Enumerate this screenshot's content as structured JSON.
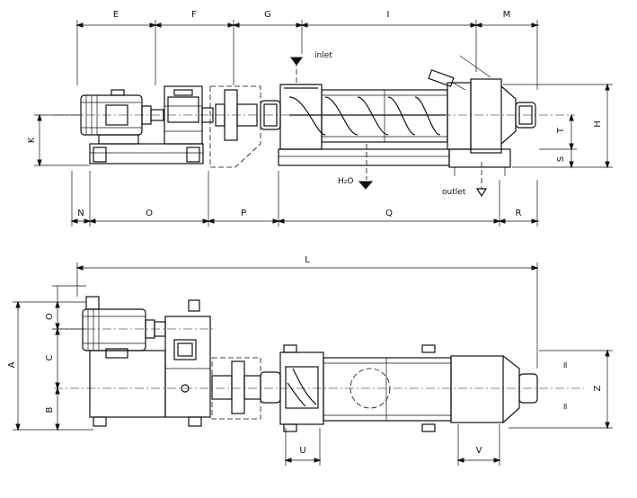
{
  "dimension_labels": {
    "top": [
      "E",
      "F",
      "G",
      "I",
      "M"
    ],
    "bottom": [
      "N",
      "O",
      "P",
      "Q",
      "R"
    ],
    "left_k": "K",
    "right_h": "H",
    "right_t": "T",
    "right_s": "S",
    "overall_l": "L",
    "left_a": "A",
    "left_o": "O",
    "left_c": "C",
    "left_b": "B",
    "plan_u": "U",
    "plan_v": "V",
    "plan_z": "Z"
  },
  "annotations": {
    "inlet": "inlet",
    "water": "H₂O",
    "outlet": "outlet",
    "equal_mark": "="
  }
}
